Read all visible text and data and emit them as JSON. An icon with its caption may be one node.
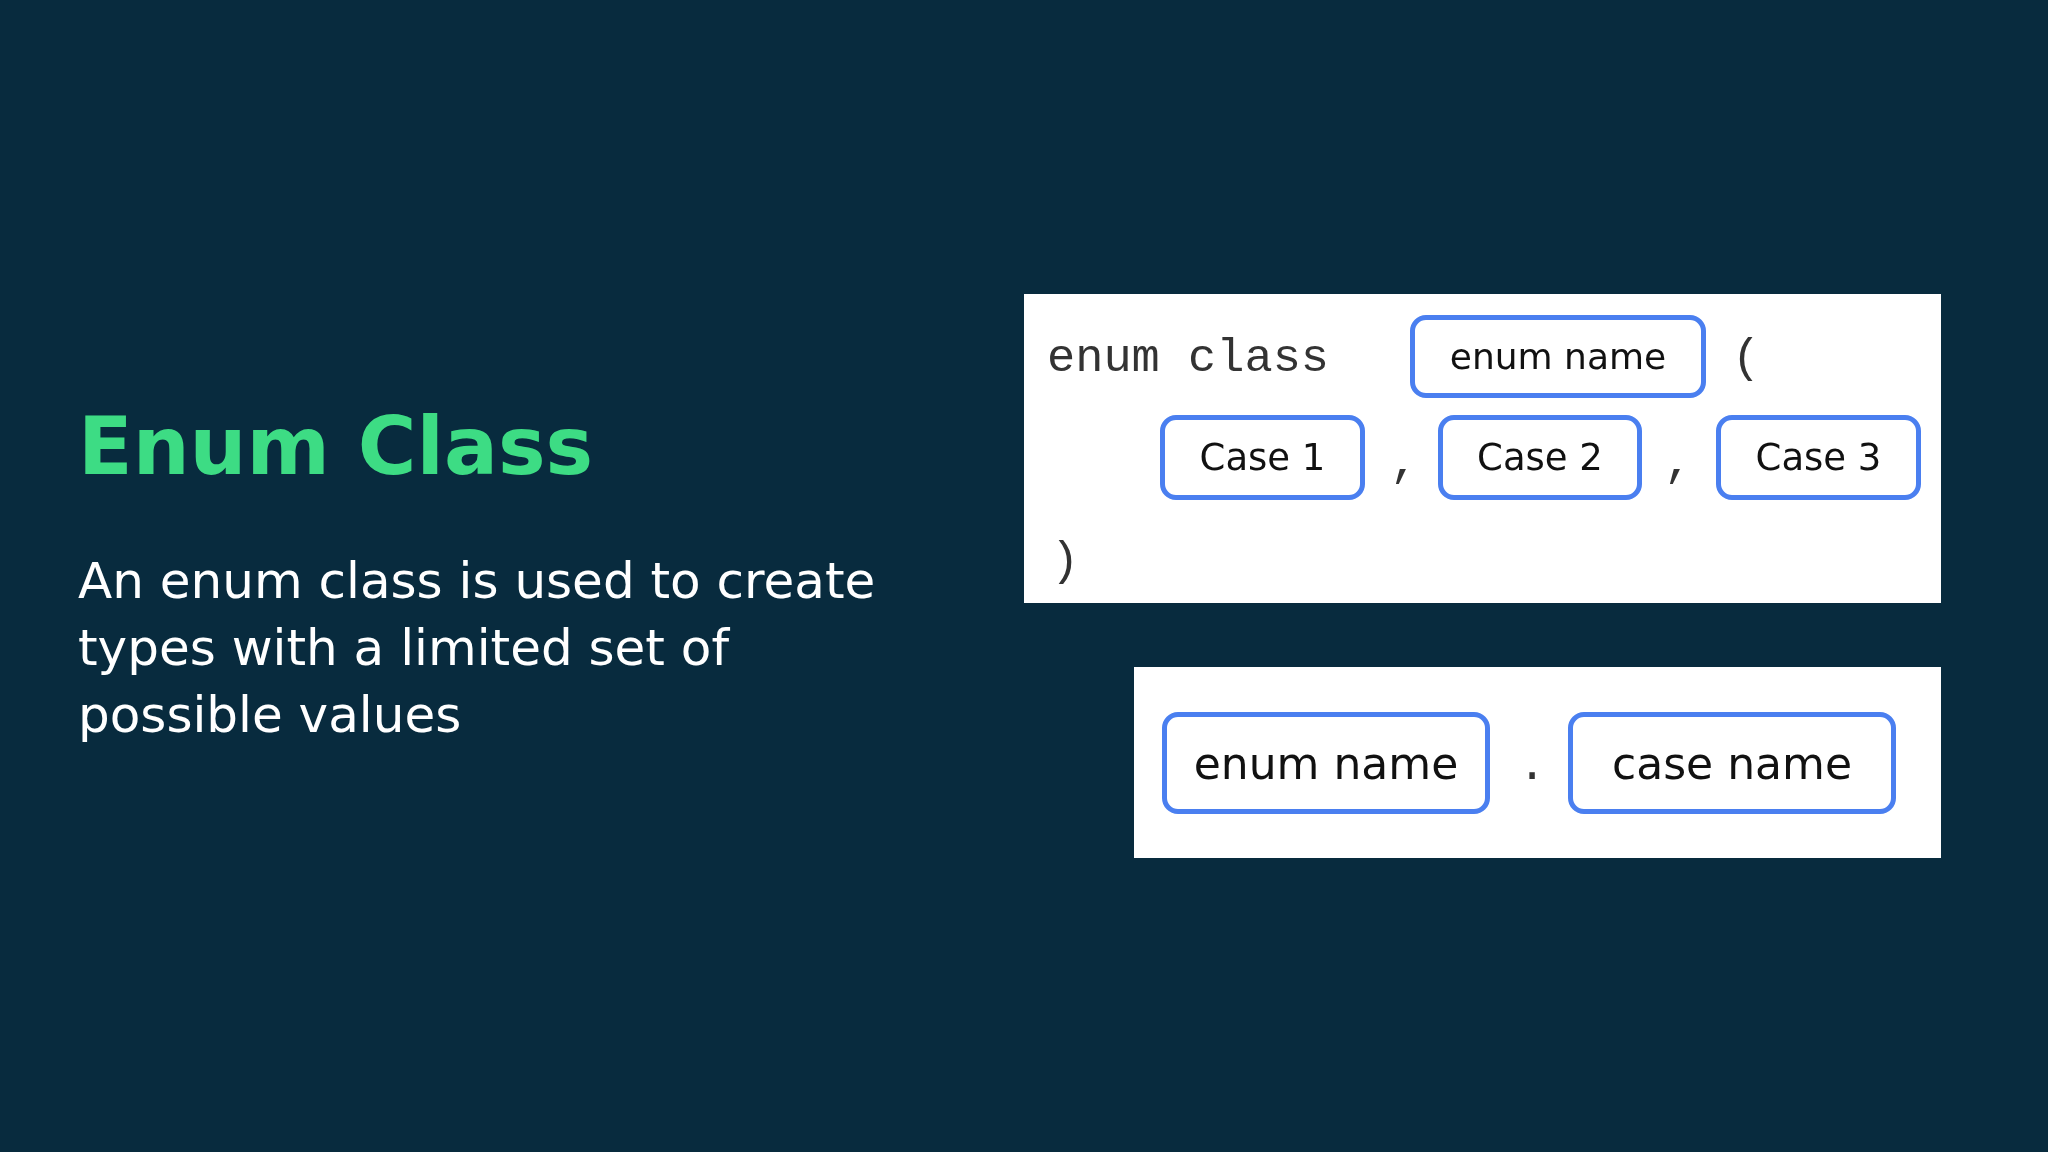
{
  "diagram": {
    "title": "Enum Class",
    "nodes": [
      {
        "text": [
          "enum class",
          "(",
          ",",
          ",",
          ")"
        ]
      },
      {
        "text": [
          "enum name"
        ],
        "in": 0
      },
      {
        "text": [
          "Case 1"
        ],
        "in": 0
      },
      {
        "text": [
          "Case 2"
        ],
        "in": 0
      },
      {
        "text": [
          "Case 3"
        ],
        "in": 0
      },
      {
        "text": [
          "."
        ]
      },
      {
        "text": [
          "enum name"
        ],
        "in": 5
      },
      {
        "text": [
          "case name"
        ],
        "in": 5
      }
    ],
    "labels": [
      "An enum class is used to create types with a limited set of possible values"
    ]
  }
}
